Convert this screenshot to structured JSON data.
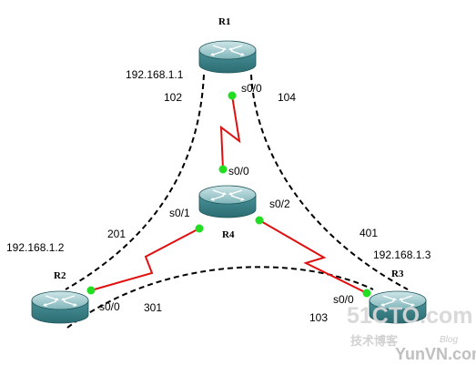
{
  "routers": [
    {
      "id": "R1",
      "name": "R1",
      "ip": "192.168.1.1"
    },
    {
      "id": "R2",
      "name": "R2",
      "ip": "192.168.1.2"
    },
    {
      "id": "R3",
      "name": "R3",
      "ip": "192.168.1.3"
    },
    {
      "id": "R4",
      "name": "R4"
    }
  ],
  "interfaces": {
    "r1_s00": "s0/0",
    "r4_s00": "s0/0",
    "r4_s01": "s0/1",
    "r4_s02": "s0/2",
    "r2_s00": "s0/0",
    "r3_s00": "s0/0"
  },
  "dlci": {
    "r1_to_r2": "102",
    "r1_to_r3": "104",
    "r2_to_r1": "201",
    "r2_to_r3": "301",
    "r3_to_r2": "103",
    "r3_to_r1": "401"
  },
  "watermark": {
    "site": "51CTO.com",
    "cn": "技术博客",
    "blog": "Blog",
    "url": "YunVN.com"
  },
  "colors": {
    "serial_link": "#e01010",
    "pvc_dashed": "#000000",
    "interface_dot": "#22dd22",
    "router_body": "#3f8a8f"
  }
}
